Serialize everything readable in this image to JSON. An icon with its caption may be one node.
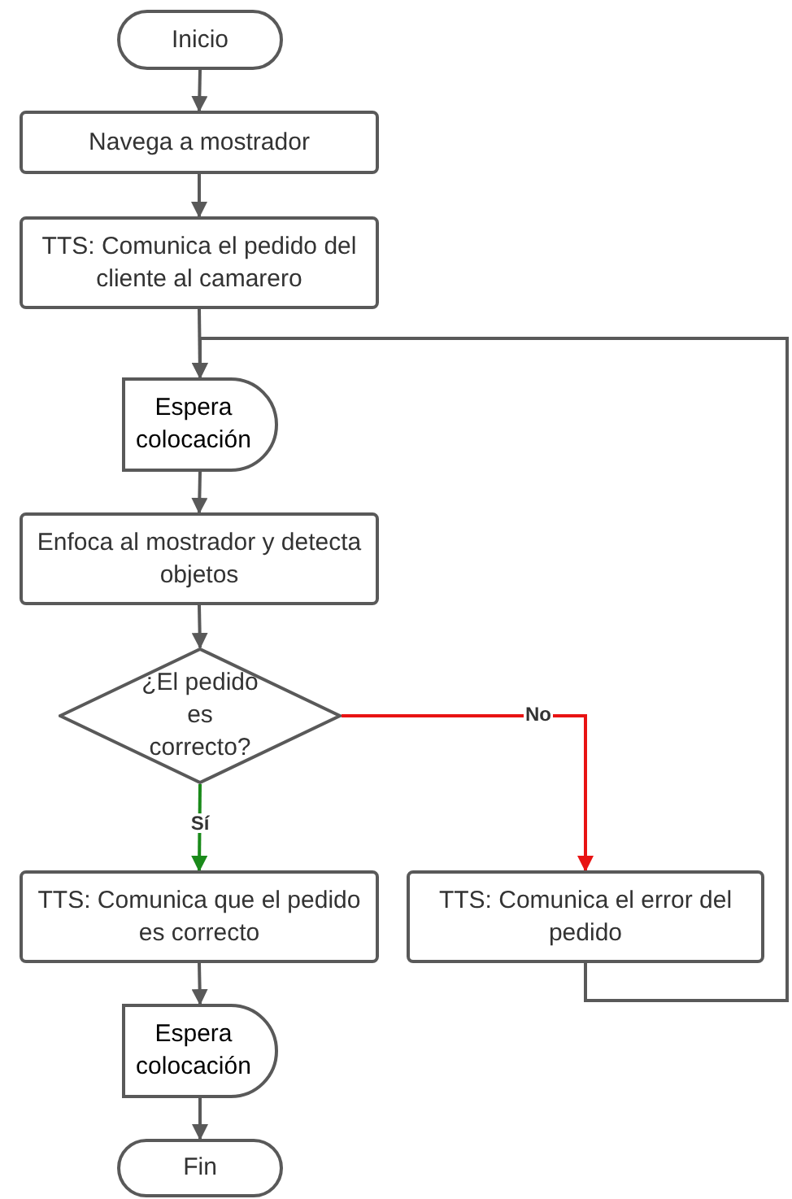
{
  "diagram": {
    "nodes": [
      {
        "text": [
          "Inicio"
        ]
      },
      {
        "text": [
          "Navega a mostrador"
        ]
      },
      {
        "text": [
          "TTS: Comunica el pedido del cliente al camarero"
        ]
      },
      {
        "text": [
          "Espera colocación"
        ]
      },
      {
        "text": [
          "Enfoca al mostrador y detecta objetos"
        ]
      },
      {
        "text": [
          "¿El pedido es correcto?"
        ]
      },
      {
        "text": [
          "TTS: Comunica que el pedido es correcto"
        ]
      },
      {
        "text": [
          "TTS: Comunica el error del pedido"
        ]
      },
      {
        "text": [
          "Espera colocación"
        ]
      },
      {
        "text": [
          "Fin"
        ]
      }
    ],
    "edges": [
      {
        "from": 0,
        "to": 1,
        "arrow": "to"
      },
      {
        "from": 1,
        "to": 2,
        "arrow": "to"
      },
      {
        "from": 2,
        "to": 3,
        "arrow": "to"
      },
      {
        "from": 3,
        "to": 4,
        "arrow": "to"
      },
      {
        "from": 4,
        "to": 5,
        "arrow": "to"
      },
      {
        "from": 5,
        "to": 7,
        "arrow": "to",
        "label": "No",
        "color": "#e81313"
      },
      {
        "from": 5,
        "to": 6,
        "arrow": "to",
        "label": "Sí",
        "color": "#1a8a1a"
      },
      {
        "from": 6,
        "to": 8,
        "arrow": "to"
      },
      {
        "from": 8,
        "to": 9,
        "arrow": "to"
      },
      {
        "from": 7,
        "to": 3,
        "arrow": "to"
      }
    ]
  }
}
